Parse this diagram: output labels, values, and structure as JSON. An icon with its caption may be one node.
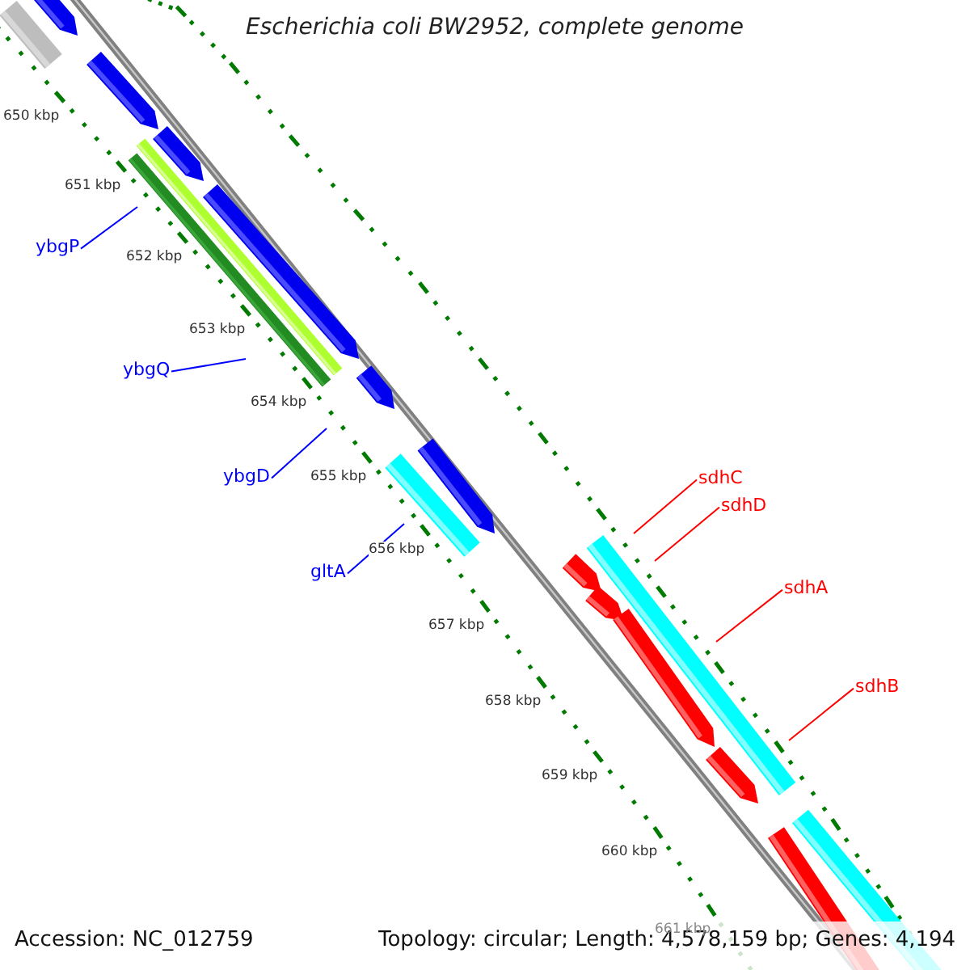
{
  "diagram": {
    "title": "Escherichia coli BW2952, complete genome",
    "nodes": [
      {
        "text": [
          "ybgP"
        ]
      },
      {
        "text": [
          "ybgQ"
        ]
      },
      {
        "text": [
          "ybgD"
        ]
      },
      {
        "text": [
          "gltA"
        ]
      },
      {
        "text": [
          "sdhC"
        ]
      },
      {
        "text": [
          "sdhD"
        ]
      },
      {
        "text": [
          "sdhA"
        ]
      },
      {
        "text": [
          "sdhB"
        ]
      }
    ],
    "edges": [
      {
        "from": 0,
        "to": null,
        "arrow": "none"
      },
      {
        "from": 1,
        "to": null,
        "arrow": "none"
      },
      {
        "from": 2,
        "to": null,
        "arrow": "none"
      },
      {
        "from": 3,
        "to": null,
        "arrow": "none"
      },
      {
        "from": 4,
        "to": null,
        "arrow": "none",
        "color": "#ff0000"
      },
      {
        "from": 5,
        "to": null,
        "arrow": "none",
        "color": "#ff0000"
      },
      {
        "from": 6,
        "to": null,
        "arrow": "none",
        "color": "#ff0000"
      },
      {
        "from": 7,
        "to": null,
        "arrow": "none",
        "color": "#ff0000"
      }
    ],
    "labels": [
      "650 kbp",
      "651 kbp",
      "652 kbp",
      "653 kbp",
      "654 kbp",
      "655 kbp",
      "656 kbp",
      "657 kbp",
      "658 kbp",
      "659 kbp",
      "660 kbp",
      "661 kbp",
      "Accession: NC_012759",
      "Topology: circular; Length: 4,578,159 bp; Genes: 4,194"
    ]
  }
}
